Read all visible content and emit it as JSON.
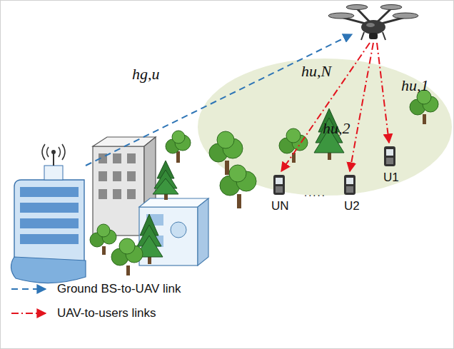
{
  "diagram": {
    "labels": [
      "hg,u",
      "hu,N",
      "hu,2",
      "hu,1",
      "UN",
      ".....",
      "U2",
      "U1"
    ],
    "legend": [
      {
        "text": "Ground BS-to-UAV link"
      },
      {
        "text": "UAV-to-users links"
      }
    ]
  }
}
